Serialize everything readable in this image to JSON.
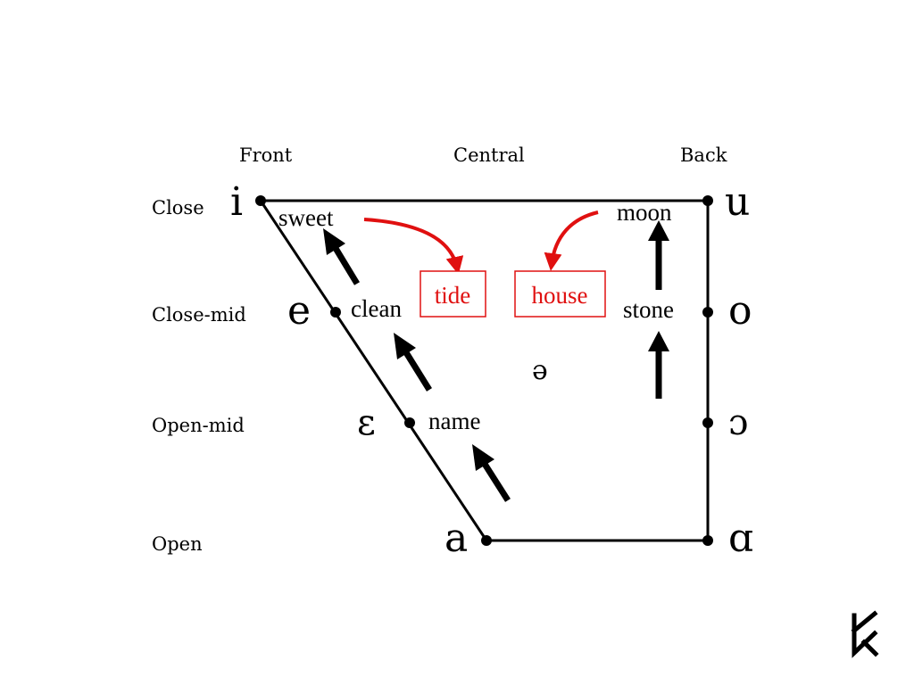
{
  "columns": {
    "front": "Front",
    "central": "Central",
    "back": "Back"
  },
  "rows": {
    "close": "Close",
    "close_mid": "Close-mid",
    "open_mid": "Open-mid",
    "open": "Open"
  },
  "vowels": {
    "i": "i",
    "u": "u",
    "e": "e",
    "o": "o",
    "epsilon": "ɛ",
    "open_o": "ɔ",
    "a": "a",
    "alpha": "ɑ",
    "schwa": "ə"
  },
  "words": {
    "sweet": "sweet",
    "clean": "clean",
    "name": "name",
    "moon": "moon",
    "stone": "stone"
  },
  "diphthongs": {
    "tide": "tide",
    "house": "house"
  },
  "colors": {
    "line": "#000000",
    "accent": "#e01010"
  },
  "logo_icon": "corner-logo-icon"
}
